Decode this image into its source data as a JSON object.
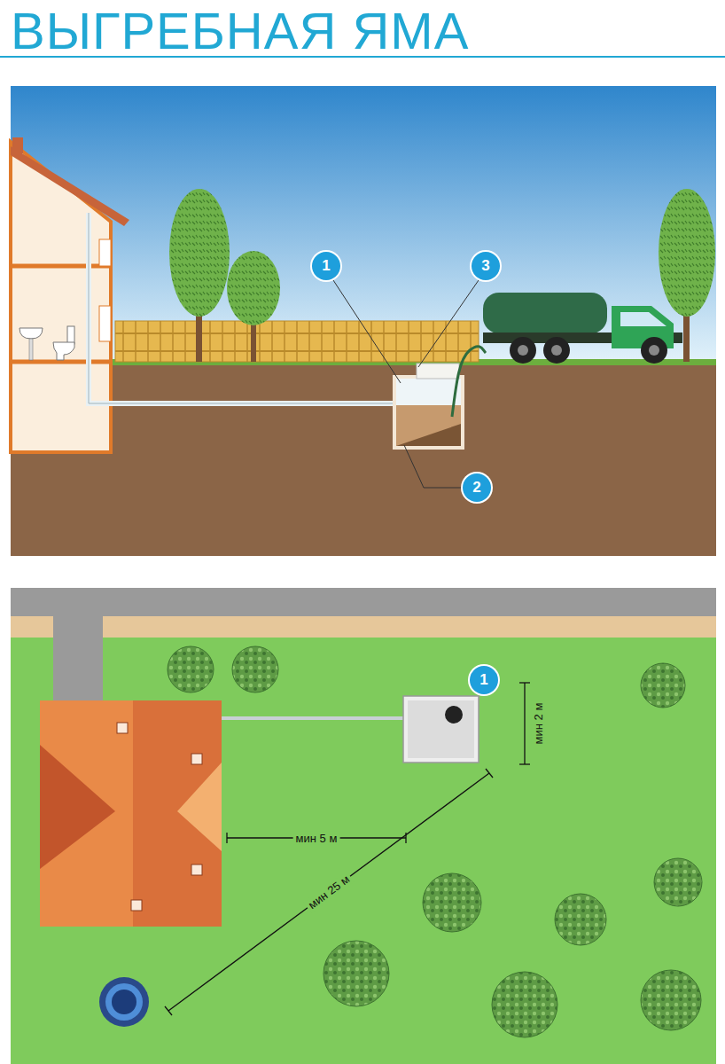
{
  "diagram": {
    "title": "ВЫГРЕБНАЯ ЯМА",
    "labels": [
      "1",
      "3",
      "2",
      "1",
      "мин 2 м",
      "мин 5 м",
      "мин 25 м"
    ]
  }
}
